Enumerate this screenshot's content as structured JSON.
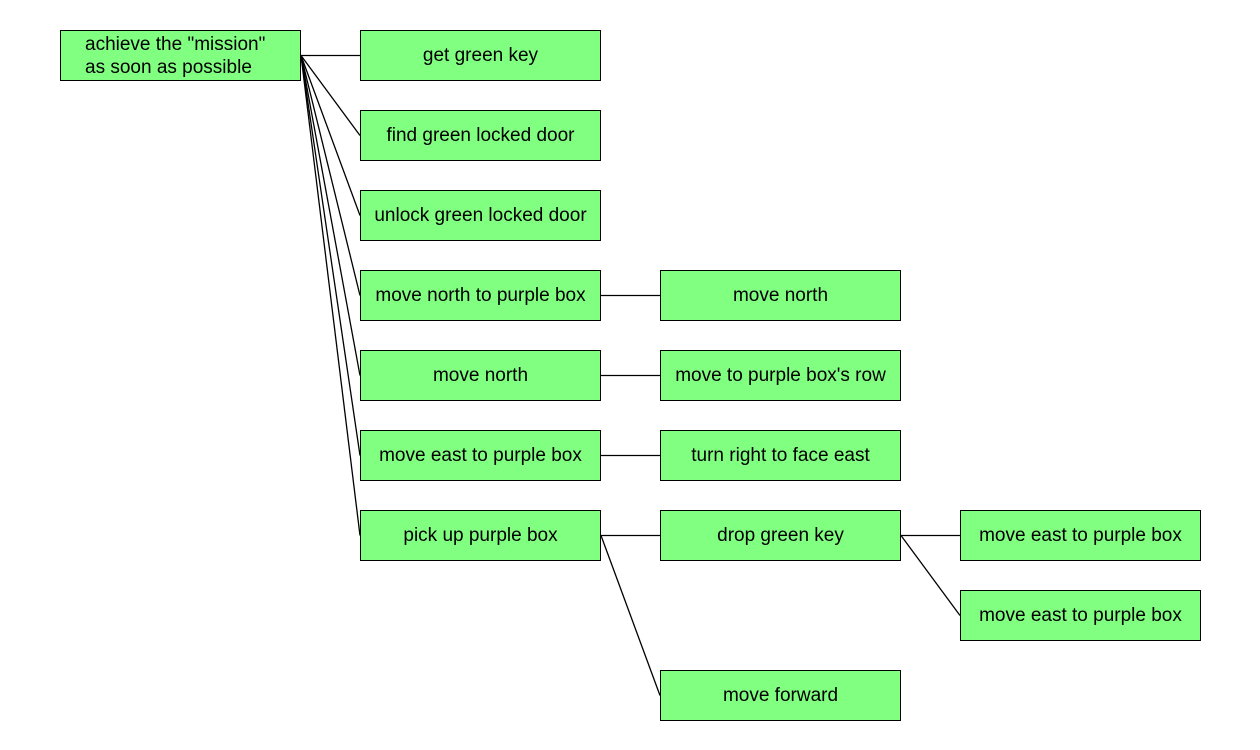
{
  "diagram": {
    "root": {
      "label": "achieve the \"mission\"\nas soon as possible"
    },
    "level1": [
      {
        "label": "get green key"
      },
      {
        "label": "find green locked door"
      },
      {
        "label": "unlock green locked door"
      },
      {
        "label": "move north to purple box"
      },
      {
        "label": "move north"
      },
      {
        "label": "move east to purple box"
      },
      {
        "label": "pick up purple box"
      }
    ],
    "level2": [
      {
        "label": "move north"
      },
      {
        "label": "move to purple box's row"
      },
      {
        "label": "turn right to face east"
      },
      {
        "label": "drop green key"
      },
      {
        "label": "move forward"
      }
    ],
    "level3": [
      {
        "label": "move east to purple box"
      },
      {
        "label": "move east to purple box"
      }
    ],
    "edges": [
      [
        "root",
        "n-1"
      ],
      [
        "root",
        "n-2"
      ],
      [
        "root",
        "n-3"
      ],
      [
        "root",
        "n-4"
      ],
      [
        "root",
        "n-5"
      ],
      [
        "root",
        "n-6"
      ],
      [
        "root",
        "n-7"
      ],
      [
        "n-4",
        "n-4a"
      ],
      [
        "n-5",
        "n-5a"
      ],
      [
        "n-6",
        "n-6a"
      ],
      [
        "n-7",
        "n-7a"
      ],
      [
        "n-7",
        "n-7b"
      ],
      [
        "n-7a",
        "n-7a1"
      ],
      [
        "n-7a",
        "n-7a2"
      ]
    ],
    "colors": {
      "node_fill": "#80ff80",
      "node_border": "#000000",
      "connector": "#000000"
    }
  }
}
